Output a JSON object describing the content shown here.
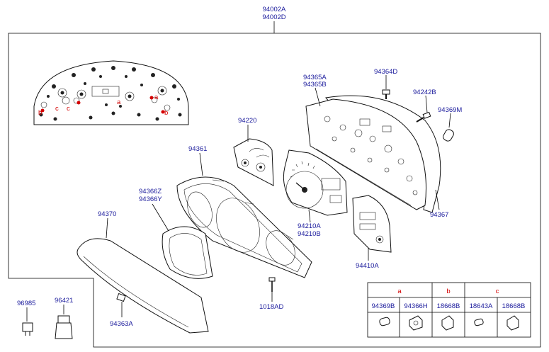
{
  "assembly": {
    "line1": "94002A",
    "line2": "94002D"
  },
  "callouts": {
    "p94365": {
      "l1": "94365A",
      "l2": "94365B"
    },
    "p94364D": "94364D",
    "p94242B": "94242B",
    "p94369M": "94369M",
    "p94220": "94220",
    "p94361": "94361",
    "p94366": {
      "l1": "94366Z",
      "l2": "94366Y"
    },
    "p94370": "94370",
    "p94210": {
      "l1": "94210A",
      "l2": "94210B"
    },
    "p94410A": "94410A",
    "p94367": "94367",
    "p1018AD": "1018AD",
    "p94363A": "94363A",
    "p96985": "96985",
    "p96421": "96421"
  },
  "pcb_markers": [
    "a",
    "a",
    "b",
    "b",
    "c",
    "c"
  ],
  "legend": {
    "groups": [
      "a",
      "b",
      "c"
    ],
    "parts": [
      "94369B",
      "94366H",
      "18668B",
      "18643A",
      "18668B"
    ]
  },
  "colors": {
    "label": "#1a1a9c",
    "marker": "#d40000",
    "line": "#000000"
  }
}
